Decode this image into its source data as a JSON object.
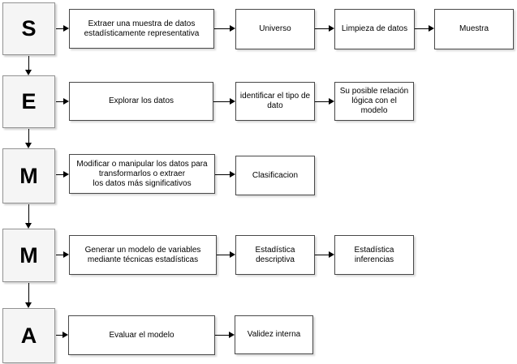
{
  "diagram_type": "flowchart",
  "stages": [
    {
      "letter": "S",
      "steps": [
        "Extraer una muestra de datos\nestadísticamente representativa",
        "Universo",
        "Limpieza de datos",
        "Muestra"
      ]
    },
    {
      "letter": "E",
      "steps": [
        "Explorar los datos",
        "identificar el tipo de\ndato",
        "Su posible relación\nlógica con el modelo"
      ]
    },
    {
      "letter": "M",
      "steps": [
        "Modificar o manipular los datos para\ntransformarlos o extraer\nlos datos más significativos",
        "Clasificacion"
      ]
    },
    {
      "letter": "M",
      "steps": [
        "Generar un modelo de variables\nmediante técnicas estadísticas",
        "Estadística\ndescriptiva",
        "Estadística\ninferencias"
      ]
    },
    {
      "letter": "A",
      "steps": [
        "Evaluar el modelo",
        "Validez interna"
      ]
    }
  ],
  "colors": {
    "stage_fill": "#f5f5f5",
    "stage_border": "#929292",
    "box_fill": "#ffffff",
    "box_border": "#484848",
    "arrow": "#000000",
    "text": "#000000"
  }
}
